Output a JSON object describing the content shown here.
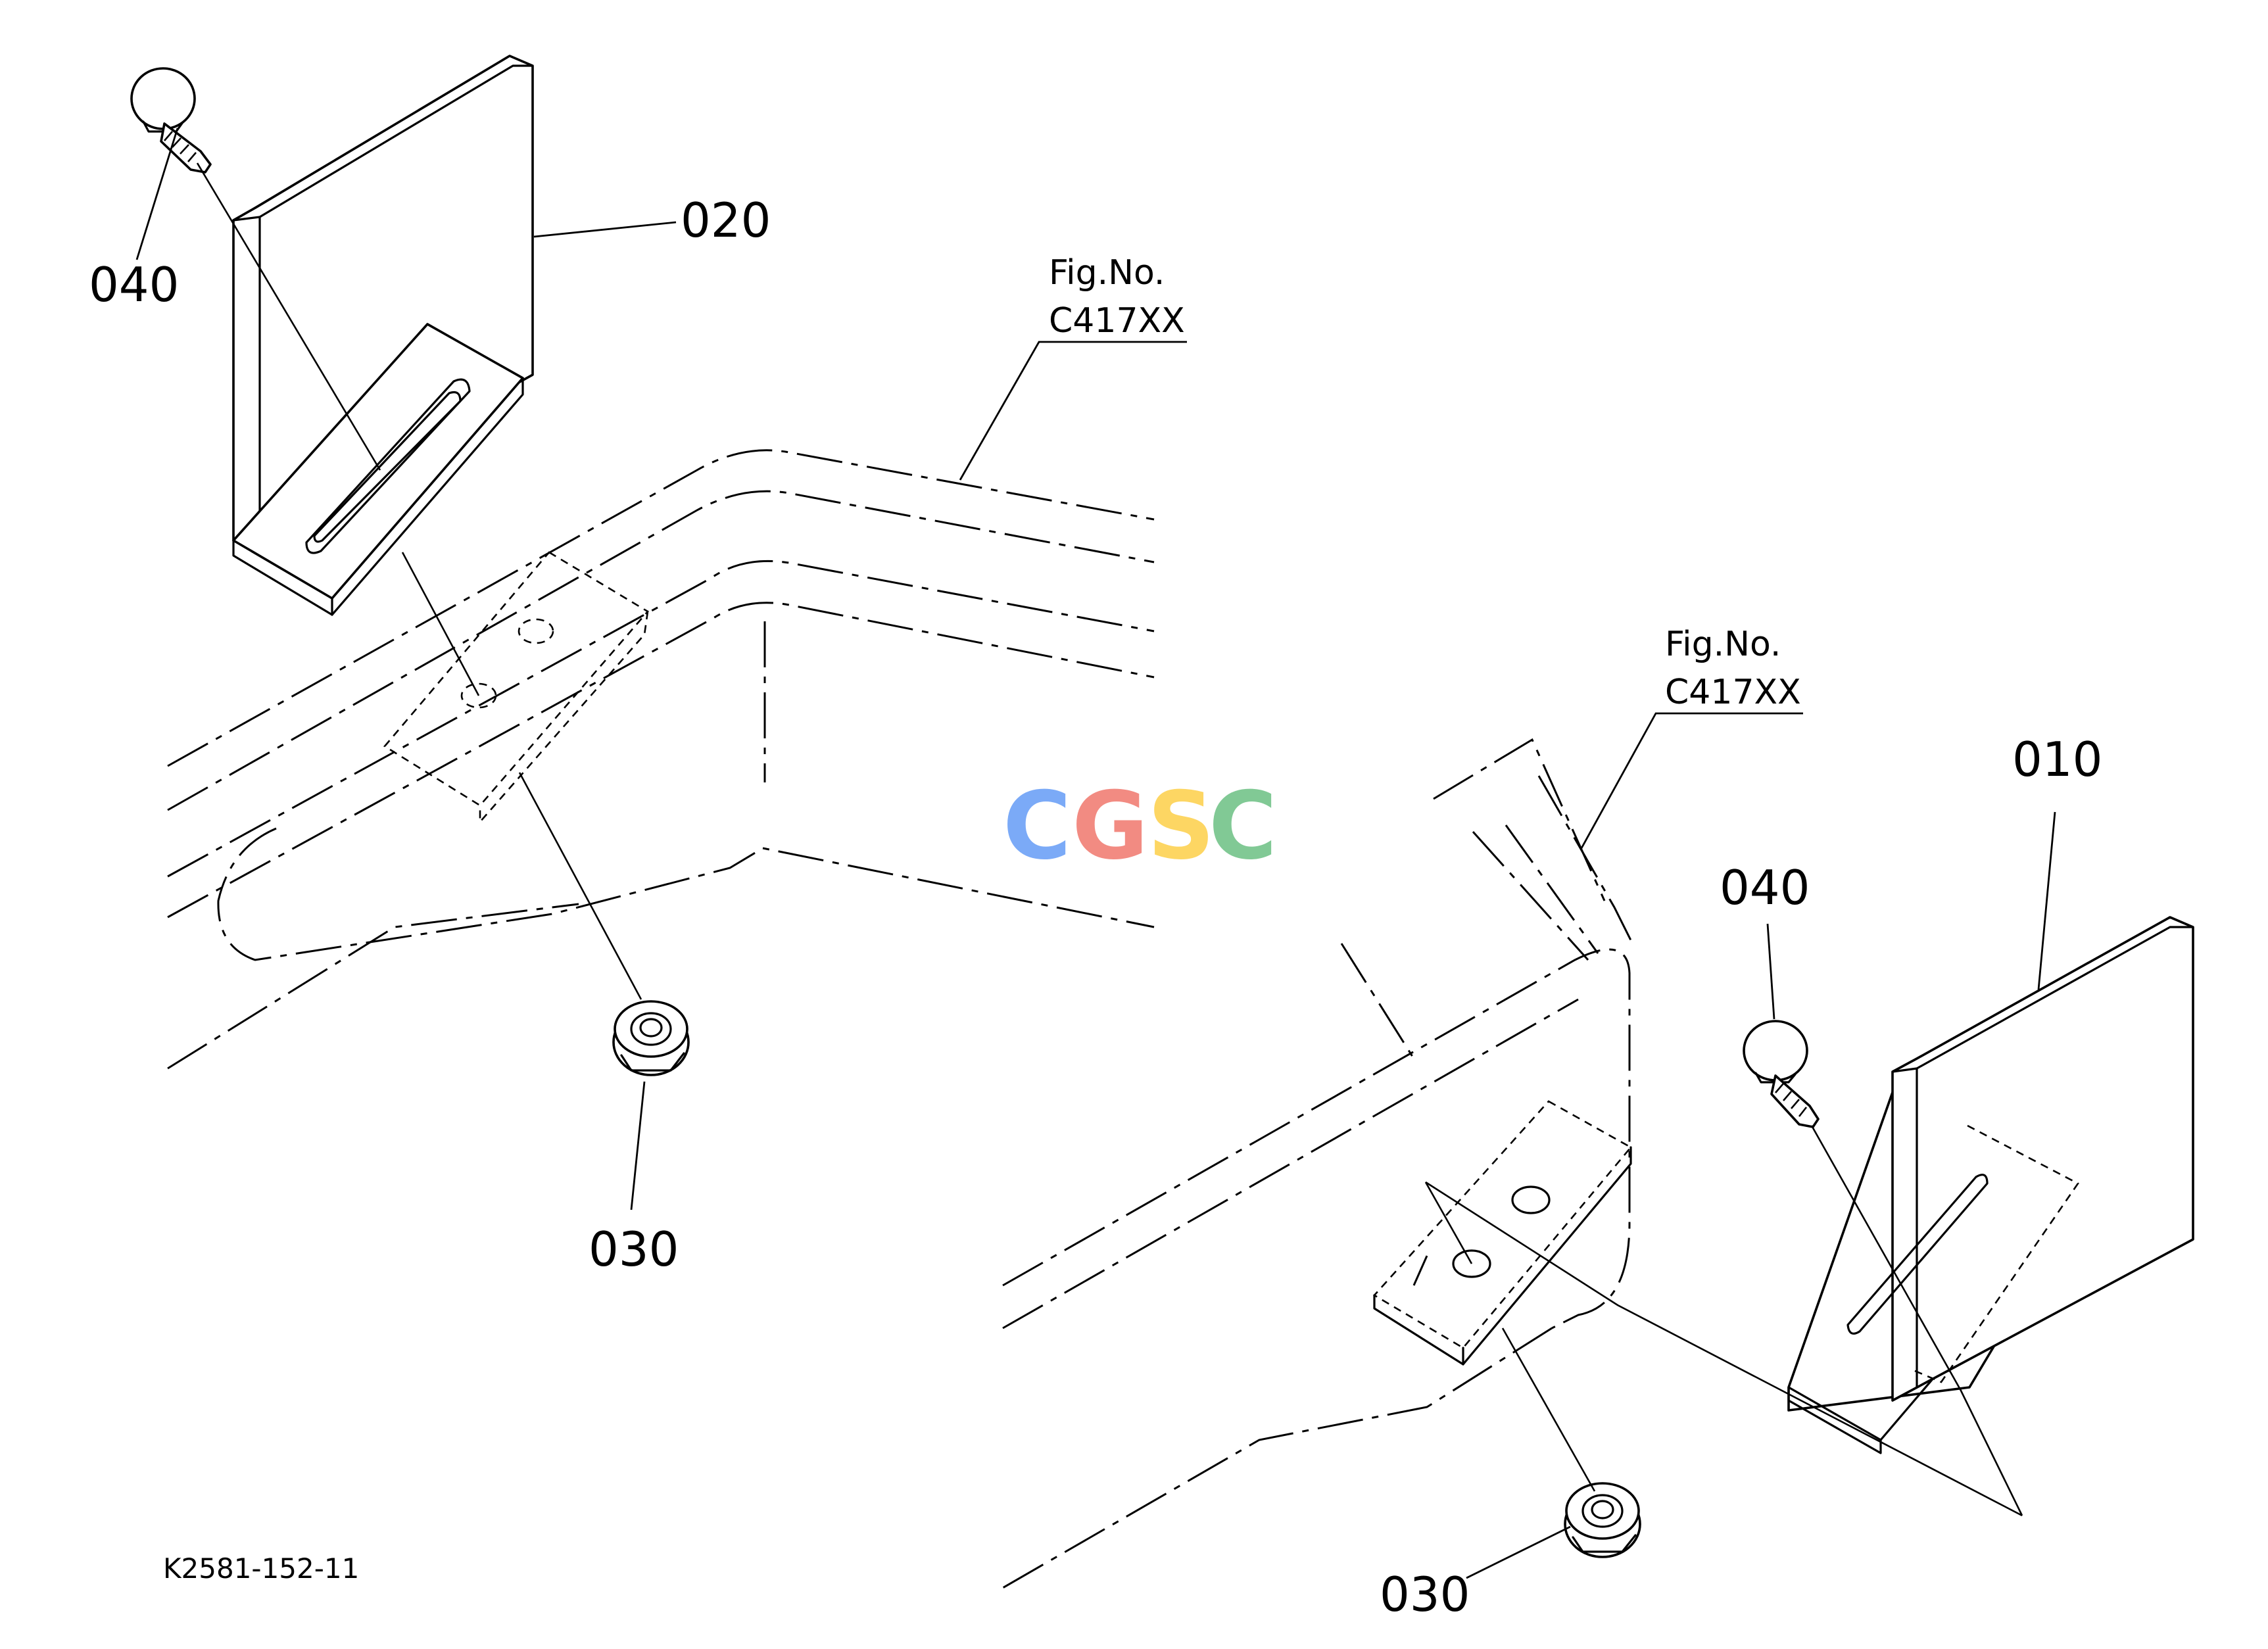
{
  "diagram": {
    "callouts": {
      "left_plate": "020",
      "left_bolt": "040",
      "left_nut": "030",
      "right_plate": "010",
      "right_bolt": "040",
      "right_nut": "030"
    },
    "figure_refs": [
      {
        "line1": "Fig.No.",
        "line2": "C417XX"
      },
      {
        "line1": "Fig.No.",
        "line2": "C417XX"
      }
    ],
    "drawing_code": "K2581-152-11",
    "watermark": {
      "letters": [
        "C",
        "G",
        "S",
        "C"
      ],
      "colors": [
        "#7BAAF7",
        "#F28B82",
        "#FDD663",
        "#81C995"
      ]
    }
  }
}
